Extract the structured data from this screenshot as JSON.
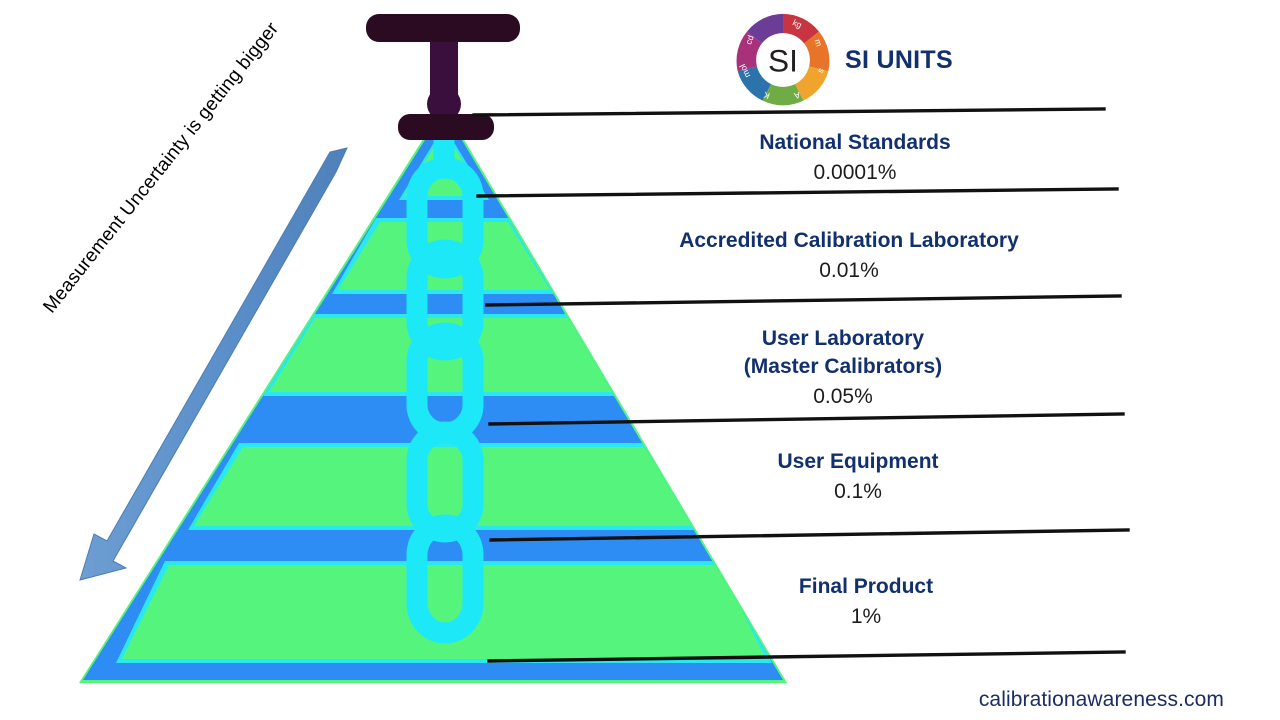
{
  "logo": {
    "center_text": "SI",
    "title": "SI UNITS",
    "segments": [
      {
        "label": "kg",
        "color": "#c8343f"
      },
      {
        "label": "m",
        "color": "#e8742a"
      },
      {
        "label": "s",
        "color": "#efa52d"
      },
      {
        "label": "A",
        "color": "#6fac45"
      },
      {
        "label": "K",
        "color": "#2d73ab"
      },
      {
        "label": "mol",
        "color": "#a9307b"
      },
      {
        "label": "cd",
        "color": "#6b3d96"
      }
    ]
  },
  "tiers": [
    {
      "title": "National Standards",
      "title2": "",
      "value": "0.0001%"
    },
    {
      "title": "Accredited Calibration Laboratory",
      "title2": "",
      "value": "0.01%"
    },
    {
      "title": "User Laboratory",
      "title2": "(Master  Calibrators)",
      "value": "0.05%"
    },
    {
      "title": "User Equipment",
      "title2": "",
      "value": "0.1%"
    },
    {
      "title": "Final Product",
      "title2": "",
      "value": "1%"
    }
  ],
  "arrow": {
    "label": "Measurement Uncertainty is getting bigger",
    "color": "#5b8fc9"
  },
  "footer": {
    "site": "calibrationawareness.com"
  },
  "colors": {
    "pyramid_blue": "#2e8df5",
    "band_green": "#55f57d",
    "cyan": "#2ae8f0",
    "chain_cyan": "#1ce8f8",
    "anchor_dark": "#2a0b28",
    "label_navy": "#12306e",
    "line_black": "#111111"
  },
  "chart_data": {
    "type": "pyramid",
    "title": "Measurement Traceability Pyramid",
    "categories": [
      "National Standards",
      "Accredited Calibration Laboratory",
      "User Laboratory (Master  Calibrators)",
      "User Equipment",
      "Final Product"
    ],
    "values": [
      0.0001,
      0.01,
      0.05,
      0.1,
      1
    ],
    "value_labels": [
      "0.0001%",
      "0.01%",
      "0.05%",
      "0.1%",
      "1%"
    ],
    "ylabel": "Measurement Uncertainty",
    "annotation": "Measurement Uncertainty is getting bigger",
    "direction": "top-to-bottom increasing uncertainty",
    "legend": "SI UNITS"
  }
}
